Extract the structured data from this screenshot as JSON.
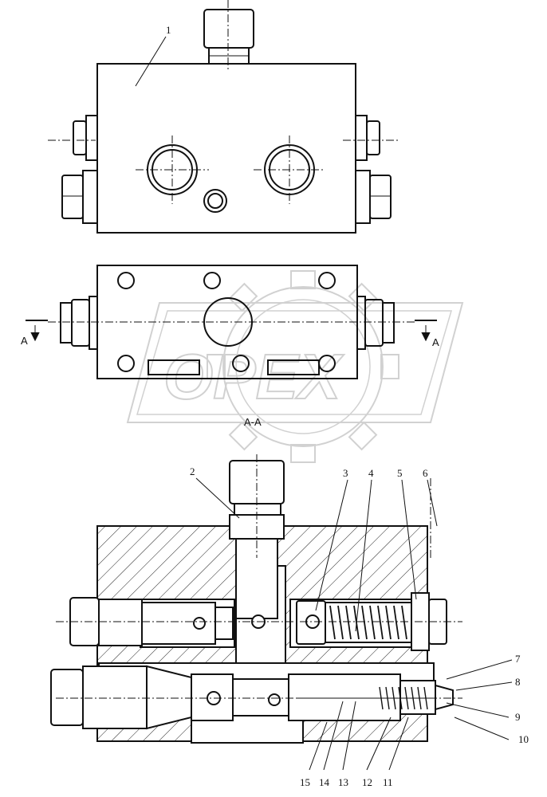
{
  "drawing": {
    "section_marker_left": "A",
    "section_marker_right": "A",
    "section_title": "A-A",
    "watermark_text": "OPEX",
    "part_labels": [
      {
        "id": "p1",
        "text": "1"
      },
      {
        "id": "p2",
        "text": "2"
      },
      {
        "id": "p3",
        "text": "3"
      },
      {
        "id": "p4",
        "text": "4"
      },
      {
        "id": "p5",
        "text": "5"
      },
      {
        "id": "p6",
        "text": "6"
      },
      {
        "id": "p7",
        "text": "7"
      },
      {
        "id": "p8",
        "text": "8"
      },
      {
        "id": "p9",
        "text": "9"
      },
      {
        "id": "p10",
        "text": "10"
      },
      {
        "id": "p11",
        "text": "11"
      },
      {
        "id": "p12",
        "text": "12"
      },
      {
        "id": "p13",
        "text": "13"
      },
      {
        "id": "p14",
        "text": "14"
      },
      {
        "id": "p15",
        "text": "15"
      }
    ]
  }
}
